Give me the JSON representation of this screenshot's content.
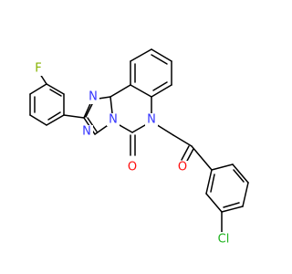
{
  "diagram": {
    "type": "chemical-structure",
    "atom_labels": {
      "fluorine": "F",
      "chlorine": "Cl",
      "lactam_nitrogen": "N",
      "triazole_n1": "N",
      "triazole_n2": "N",
      "triazole_n3": "N",
      "lactam_oxygen": "O",
      "ketone_oxygen": "O"
    },
    "colors": {
      "bond": "#000000",
      "nitrogen": "#3333ff",
      "oxygen": "#ff0d0d",
      "fluorine": "#86b300",
      "chlorine": "#1fb31f",
      "background": "#ffffff"
    }
  }
}
